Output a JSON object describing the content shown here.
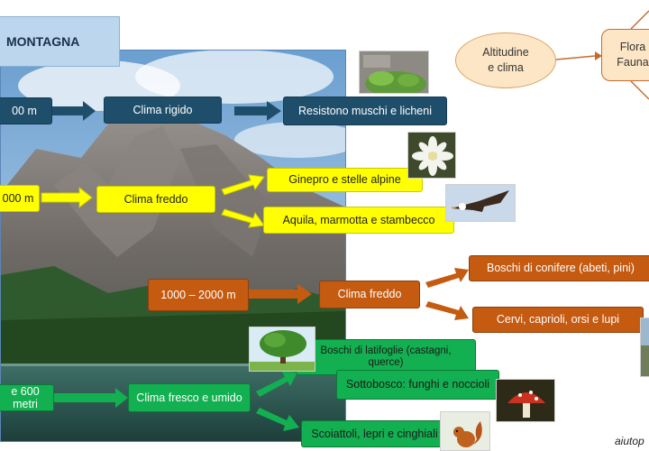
{
  "title": "MONTAGNA",
  "legend": {
    "oval": "Altitudine\ne clima",
    "rect": "Flora\nFauna"
  },
  "levels": [
    {
      "altitude": "00 m",
      "climate": "Clima rigido",
      "effects": [
        "Resistono muschi e licheni"
      ],
      "color": "#1f4e6b"
    },
    {
      "altitude": "000 m",
      "climate": "Clima freddo",
      "effects": [
        "Ginepro e stelle alpine",
        "Aquila, marmotta e stambecco"
      ],
      "color": "#ffff00"
    },
    {
      "altitude": "1000 – 2000 m",
      "climate": "Clima freddo",
      "effects": [
        "Boschi di conifere (abeti, pini)",
        "Cervi, caprioli, orsi e lupi"
      ],
      "color": "#c55a11"
    },
    {
      "altitude": "e 600 metri",
      "climate": "Clima fresco e umido",
      "effects": [
        "Boschi di latifoglie (castagni,\nquerce)",
        "Sottobosco: funghi e noccioli",
        "Scoiattoli, lepri e cinghiali"
      ],
      "color": "#12b050"
    }
  ],
  "footer": "aiutop"
}
